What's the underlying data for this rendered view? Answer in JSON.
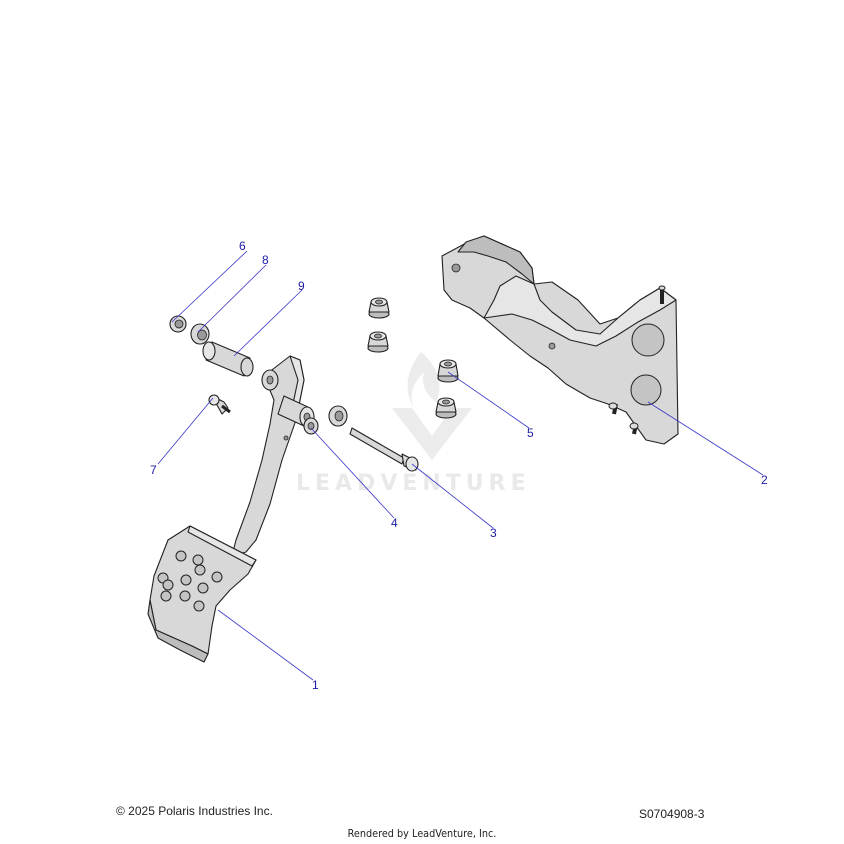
{
  "watermark": {
    "text": "LEADVENTURE"
  },
  "callouts": {
    "c1": "1",
    "c2": "2",
    "c3": "3",
    "c4": "4",
    "c5": "5",
    "c6": "6",
    "c7": "7",
    "c8": "8",
    "c9": "9"
  },
  "footer": {
    "copyright": "© 2025 Polaris Industries Inc.",
    "diagram_id": "S0704908-3",
    "rendered_by": "Rendered by LeadVenture, Inc."
  },
  "colors": {
    "callout": "#1a1aa6",
    "leader": "#3838c8",
    "part_fill": "#d8d8d8",
    "outline": "#222222"
  }
}
